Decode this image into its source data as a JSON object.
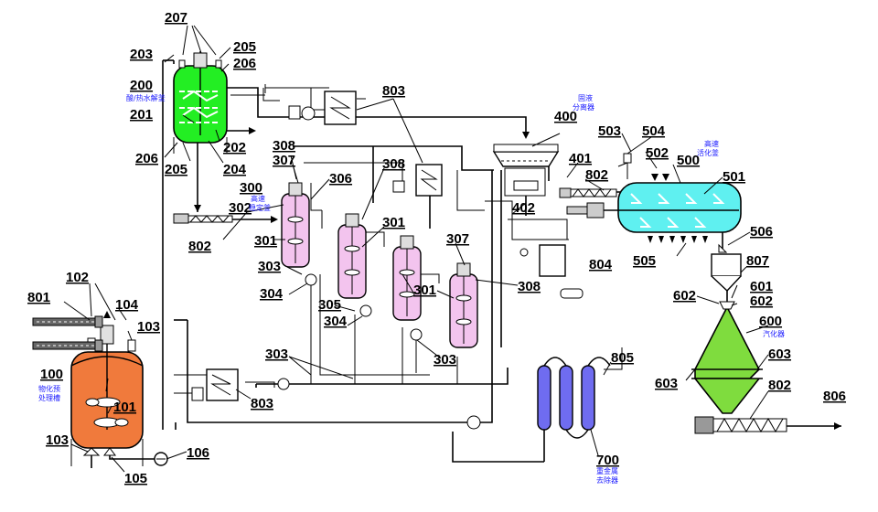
{
  "colors": {
    "pretreat_tank": "#f07a3c",
    "hydrolysis_tank": "#23ee23",
    "stabilizer": "#f3c4ee",
    "activation": "#5ff0f0",
    "gasifier": "#7fdc3e",
    "heavy_metal": "#6f6cf0"
  },
  "captions": {
    "pretreat": [
      "物化预",
      "处理槽"
    ],
    "hydrolysis": "酸/热水解釜",
    "stabilizer": [
      "高速",
      "稳定釜"
    ],
    "separator": [
      "固液",
      "分离器"
    ],
    "activation": [
      "高速",
      "活化釜"
    ],
    "gasifier": "汽化器",
    "heavy_metal": [
      "重金属",
      "去除器"
    ]
  },
  "labels": [
    {
      "id": "l207",
      "text": "207"
    },
    {
      "id": "l205a",
      "text": "205"
    },
    {
      "id": "l206a",
      "text": "206"
    },
    {
      "id": "l203",
      "text": "203"
    },
    {
      "id": "l200",
      "text": "200"
    },
    {
      "id": "l201",
      "text": "201"
    },
    {
      "id": "l202",
      "text": "202"
    },
    {
      "id": "l206b",
      "text": "206"
    },
    {
      "id": "l205b",
      "text": "205"
    },
    {
      "id": "l204",
      "text": "204"
    },
    {
      "id": "l803a",
      "text": "803"
    },
    {
      "id": "l308a",
      "text": "308"
    },
    {
      "id": "l307a",
      "text": "307"
    },
    {
      "id": "l306",
      "text": "306"
    },
    {
      "id": "l308b",
      "text": "308"
    },
    {
      "id": "l300",
      "text": "300"
    },
    {
      "id": "l302",
      "text": "302"
    },
    {
      "id": "l301a",
      "text": "301"
    },
    {
      "id": "l301b",
      "text": "301"
    },
    {
      "id": "l301c",
      "text": "301"
    },
    {
      "id": "l307b",
      "text": "307"
    },
    {
      "id": "l303a",
      "text": "303"
    },
    {
      "id": "l304a",
      "text": "304"
    },
    {
      "id": "l305",
      "text": "305"
    },
    {
      "id": "l304b",
      "text": "304"
    },
    {
      "id": "l308c",
      "text": "308"
    },
    {
      "id": "l303b",
      "text": "303"
    },
    {
      "id": "l303c",
      "text": "303"
    },
    {
      "id": "l802a",
      "text": "802"
    },
    {
      "id": "l400",
      "text": "400"
    },
    {
      "id": "l401",
      "text": "401"
    },
    {
      "id": "l802b",
      "text": "802"
    },
    {
      "id": "l402",
      "text": "402"
    },
    {
      "id": "l503",
      "text": "503"
    },
    {
      "id": "l504",
      "text": "504"
    },
    {
      "id": "l502",
      "text": "502"
    },
    {
      "id": "l500",
      "text": "500"
    },
    {
      "id": "l501",
      "text": "501"
    },
    {
      "id": "l506",
      "text": "506"
    },
    {
      "id": "l505",
      "text": "505"
    },
    {
      "id": "l807",
      "text": "807"
    },
    {
      "id": "l804",
      "text": "804"
    },
    {
      "id": "l601",
      "text": "601"
    },
    {
      "id": "l602a",
      "text": "602"
    },
    {
      "id": "l602b",
      "text": "602"
    },
    {
      "id": "l600",
      "text": "600"
    },
    {
      "id": "l603a",
      "text": "603"
    },
    {
      "id": "l603b",
      "text": "603"
    },
    {
      "id": "l802c",
      "text": "802"
    },
    {
      "id": "l806",
      "text": "806"
    },
    {
      "id": "l805",
      "text": "805"
    },
    {
      "id": "l700",
      "text": "700"
    },
    {
      "id": "l801",
      "text": "801"
    },
    {
      "id": "l102",
      "text": "102"
    },
    {
      "id": "l104",
      "text": "104"
    },
    {
      "id": "l103a",
      "text": "103"
    },
    {
      "id": "l100",
      "text": "100"
    },
    {
      "id": "l101",
      "text": "101"
    },
    {
      "id": "l103b",
      "text": "103"
    },
    {
      "id": "l106",
      "text": "106"
    },
    {
      "id": "l105",
      "text": "105"
    },
    {
      "id": "l803b",
      "text": "803"
    }
  ]
}
